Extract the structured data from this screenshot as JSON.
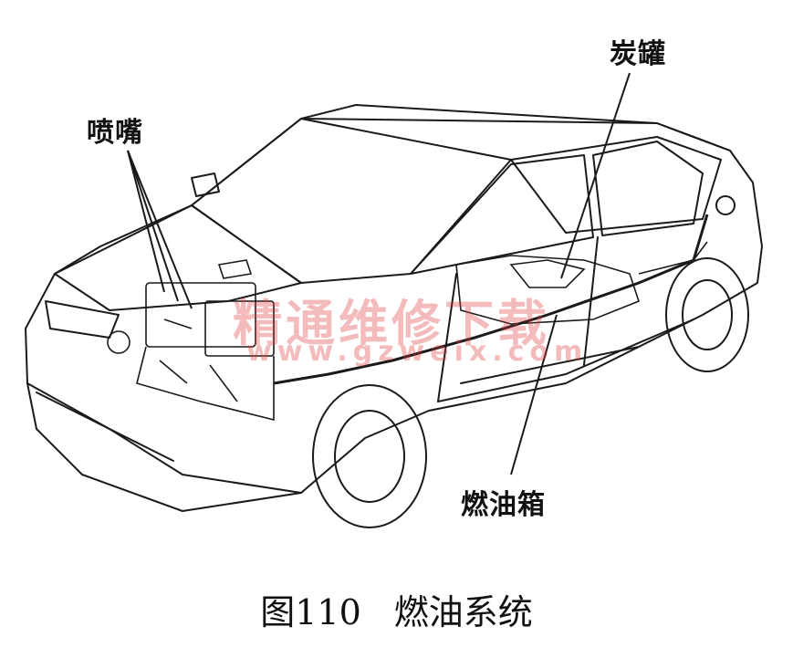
{
  "labels": {
    "injector": "喷嘴",
    "canister": "炭罐",
    "fuel_tank": "燃油箱"
  },
  "caption": {
    "figure_number": "图110",
    "title": "燃油系统"
  },
  "watermark": {
    "text": "精通维修下载",
    "url": "www.gzweix.com"
  },
  "colors": {
    "line": "#1a1a1a",
    "watermark": "#dc3c3c"
  }
}
